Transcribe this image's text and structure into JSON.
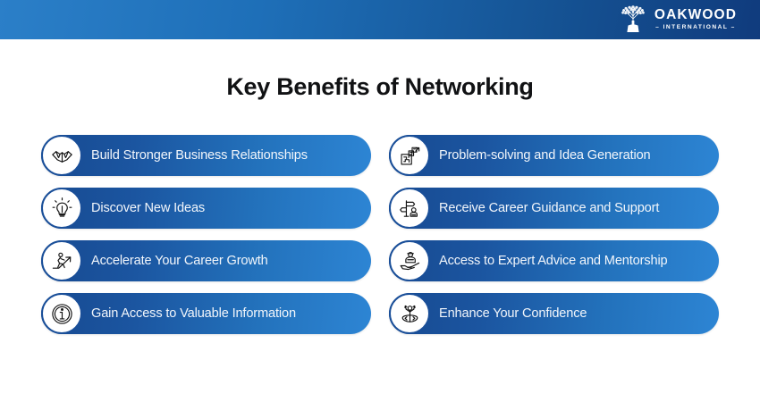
{
  "header": {
    "logo": {
      "icon": "oak-tree-icon",
      "name": "OAKWOOD",
      "subtitle": "– INTERNATIONAL –"
    },
    "gradient_from": "#2b7fc8",
    "gradient_to": "#103b7d"
  },
  "title": "Key Benefits of Networking",
  "pill_colors": {
    "gradient_from": "#174a91",
    "gradient_to": "#2d85d4",
    "icon_circle_bg": "#ffffff",
    "icon_circle_border": "#1a4f99",
    "label_color": "#f2f6fb"
  },
  "columns": [
    {
      "items": [
        {
          "icon": "handshake-icon",
          "label": "Build Stronger Business Relationships"
        },
        {
          "icon": "lightbulb-icon",
          "label": "Discover New Ideas"
        },
        {
          "icon": "career-growth-arrow-icon",
          "label": "Accelerate Your Career Growth"
        },
        {
          "icon": "information-icon",
          "label": "Gain Access to Valuable Information"
        }
      ]
    },
    {
      "items": [
        {
          "icon": "puzzle-arrow-icon",
          "label": "Problem-solving and Idea Generation"
        },
        {
          "icon": "signpost-guidance-icon",
          "label": "Receive Career Guidance and Support"
        },
        {
          "icon": "hand-mentorship-icon",
          "label": "Access to Expert Advice and Mentorship"
        },
        {
          "icon": "confidence-person-icon",
          "label": "Enhance Your Confidence"
        }
      ]
    }
  ]
}
